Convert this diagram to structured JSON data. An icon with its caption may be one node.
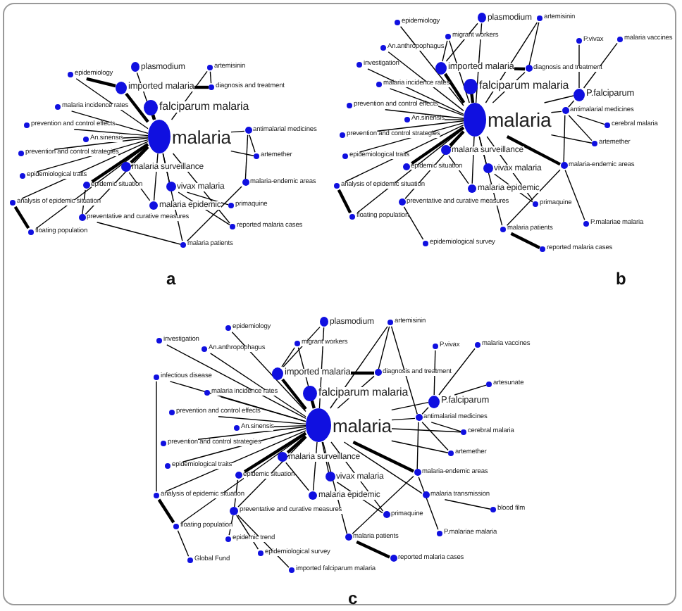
{
  "diagram": {
    "nodes": [
      {
        "text": [
          "epidemiology"
        ]
      },
      {
        "text": [
          "plasmodium"
        ]
      },
      {
        "text": [
          "artemisinin"
        ]
      },
      {
        "text": [
          "imported malaria"
        ]
      },
      {
        "text": [
          "diagnosis and treatment"
        ]
      },
      {
        "text": [
          "malaria incidence rates"
        ]
      },
      {
        "text": [
          "falciparum malaria"
        ]
      },
      {
        "text": [
          "prevention and control effects"
        ]
      },
      {
        "text": [
          "malaria"
        ]
      },
      {
        "text": [
          "antimalarial medicines"
        ]
      },
      {
        "text": [
          "An.sinensis"
        ]
      },
      {
        "text": [
          "prevention and control strategies"
        ]
      },
      {
        "text": [
          "artemether"
        ]
      },
      {
        "text": [
          "malaria surveillance"
        ]
      },
      {
        "text": [
          "epidemiological traits"
        ]
      },
      {
        "text": [
          "malaria-endemic areas"
        ]
      },
      {
        "text": [
          "epidemic situation"
        ]
      },
      {
        "text": [
          "vivax malaria"
        ]
      },
      {
        "text": [
          "analysis of epidemic situation"
        ]
      },
      {
        "text": [
          "malaria epidemic"
        ]
      },
      {
        "text": [
          "primaquine"
        ]
      },
      {
        "text": [
          "preventative and curative measures"
        ]
      },
      {
        "text": [
          "reported malaria cases"
        ]
      },
      {
        "text": [
          "floating population"
        ]
      },
      {
        "text": [
          "malaria patients"
        ]
      },
      {
        "text": [
          "plasmodium"
        ]
      },
      {
        "text": [
          "artemisinin"
        ]
      },
      {
        "text": [
          "epidemiology"
        ]
      },
      {
        "text": [
          "migrant workers"
        ]
      },
      {
        "text": [
          "malaria vaccines"
        ]
      },
      {
        "text": [
          "P.vivax"
        ]
      },
      {
        "text": [
          "An.anthropophagus"
        ]
      },
      {
        "text": [
          "investigation"
        ]
      },
      {
        "text": [
          "imported malaria"
        ]
      },
      {
        "text": [
          "diagnosis and treatment"
        ]
      },
      {
        "text": [
          "malaria incidence rates"
        ]
      },
      {
        "text": [
          "falciparum malaria"
        ]
      },
      {
        "text": [
          "P.falciparum"
        ]
      },
      {
        "text": [
          "prevention and control effects"
        ]
      },
      {
        "text": [
          "antimalarial medicines"
        ]
      },
      {
        "text": [
          "malaria"
        ]
      },
      {
        "text": [
          "An.sinensis"
        ]
      },
      {
        "text": [
          "cerebral malaria"
        ]
      },
      {
        "text": [
          "prevention and control strategies"
        ]
      },
      {
        "text": [
          "artemether"
        ]
      },
      {
        "text": [
          "malaria surveillance"
        ]
      },
      {
        "text": [
          "epidemiological traits"
        ]
      },
      {
        "text": [
          "malaria-endemic areas"
        ]
      },
      {
        "text": [
          "epidemic situation"
        ]
      },
      {
        "text": [
          "vivax malaria"
        ]
      },
      {
        "text": [
          "analysis of epidemic situation"
        ]
      },
      {
        "text": [
          "malaria epidemic"
        ]
      },
      {
        "text": [
          "preventative and curative measures"
        ]
      },
      {
        "text": [
          "primaquine"
        ]
      },
      {
        "text": [
          "floating population"
        ]
      },
      {
        "text": [
          "P.malariae malaria"
        ]
      },
      {
        "text": [
          "malaria patients"
        ]
      },
      {
        "text": [
          "epidemiological survey"
        ]
      },
      {
        "text": [
          "reported malaria cases"
        ]
      },
      {
        "text": [
          "plasmodium"
        ]
      },
      {
        "text": [
          "artemisinin"
        ]
      },
      {
        "text": [
          "epidemiology"
        ]
      },
      {
        "text": [
          "investigation"
        ]
      },
      {
        "text": [
          "migrant workers"
        ]
      },
      {
        "text": [
          "malaria vaccines"
        ]
      },
      {
        "text": [
          "P.vivax"
        ]
      },
      {
        "text": [
          "An.anthropophagus"
        ]
      },
      {
        "text": [
          "imported malaria"
        ]
      },
      {
        "text": [
          "diagnosis and treatment"
        ]
      },
      {
        "text": [
          "infectious disease"
        ]
      },
      {
        "text": [
          "artesunate"
        ]
      },
      {
        "text": [
          "malaria incidence rates"
        ]
      },
      {
        "text": [
          "falciparum malaria"
        ]
      },
      {
        "text": [
          "P.falciparum"
        ]
      },
      {
        "text": [
          "prevention and control effects"
        ]
      },
      {
        "text": [
          "antimalarial medicines"
        ]
      },
      {
        "text": [
          "malaria"
        ]
      },
      {
        "text": [
          "An.sinensis"
        ]
      },
      {
        "text": [
          "cerebral malaria"
        ]
      },
      {
        "text": [
          "prevention and control strategies"
        ]
      },
      {
        "text": [
          "artemether"
        ]
      },
      {
        "text": [
          "malaria surveillance"
        ]
      },
      {
        "text": [
          "epidemiological traits"
        ]
      },
      {
        "text": [
          "malaria-endemic areas"
        ]
      },
      {
        "text": [
          "epidemic situation"
        ]
      },
      {
        "text": [
          "vivax malaria"
        ]
      },
      {
        "text": [
          "analysis of epidemic situation"
        ]
      },
      {
        "text": [
          "malaria epidemic"
        ]
      },
      {
        "text": [
          "malaria  transmission"
        ]
      },
      {
        "text": [
          "blood film"
        ]
      },
      {
        "text": [
          "preventative and curative measures"
        ]
      },
      {
        "text": [
          "primaquine"
        ]
      },
      {
        "text": [
          "floating population"
        ]
      },
      {
        "text": [
          "P.malariae malaria"
        ]
      },
      {
        "text": [
          "malaria patients"
        ]
      },
      {
        "text": [
          "epidemic trend"
        ]
      },
      {
        "text": [
          "epidemiological survey"
        ]
      },
      {
        "text": [
          "reported malaria cases"
        ]
      },
      {
        "text": [
          "Global Fund"
        ]
      },
      {
        "text": [
          "imported falciparum malaria"
        ]
      }
    ],
    "edges": [
      {
        "from": 8,
        "to": 0,
        "arrow": "none"
      },
      {
        "from": 8,
        "to": 1,
        "arrow": "none"
      },
      {
        "from": 8,
        "to": 2,
        "arrow": "none"
      },
      {
        "from": 8,
        "to": 3,
        "arrow": "none",
        "style": "thick"
      },
      {
        "from": 8,
        "to": 5,
        "arrow": "none"
      },
      {
        "from": 8,
        "to": 6,
        "arrow": "none",
        "style": "thick"
      },
      {
        "from": 8,
        "to": 7,
        "arrow": "none"
      },
      {
        "from": 8,
        "to": 9,
        "arrow": "none"
      },
      {
        "from": 8,
        "to": 10,
        "arrow": "none"
      },
      {
        "from": 8,
        "to": 11,
        "arrow": "none"
      },
      {
        "from": 8,
        "to": 12,
        "arrow": "none"
      },
      {
        "from": 8,
        "to": 13,
        "arrow": "none",
        "style": "thick"
      },
      {
        "from": 8,
        "to": 14,
        "arrow": "none"
      },
      {
        "from": 8,
        "to": 16,
        "arrow": "none",
        "style": "thick"
      },
      {
        "from": 8,
        "to": 17,
        "arrow": "none"
      },
      {
        "from": 8,
        "to": 18,
        "arrow": "none"
      },
      {
        "from": 8,
        "to": 19,
        "arrow": "none"
      },
      {
        "from": 8,
        "to": 21,
        "arrow": "none"
      },
      {
        "from": 8,
        "to": 22,
        "arrow": "none"
      },
      {
        "from": 8,
        "to": 23,
        "arrow": "none"
      },
      {
        "from": 8,
        "to": 24,
        "arrow": "none"
      },
      {
        "from": 3,
        "to": 4,
        "arrow": "none",
        "style": "thick"
      },
      {
        "from": 2,
        "to": 4,
        "arrow": "none"
      },
      {
        "from": 9,
        "to": 15,
        "arrow": "none"
      },
      {
        "from": 15,
        "to": 24,
        "arrow": "none"
      },
      {
        "from": 17,
        "to": 20,
        "arrow": "none"
      },
      {
        "from": 13,
        "to": 19,
        "arrow": "none"
      },
      {
        "from": 23,
        "to": 18,
        "arrow": "none",
        "style": "thick"
      },
      {
        "from": 21,
        "to": 24,
        "arrow": "none"
      },
      {
        "from": 17,
        "to": 22,
        "arrow": "none"
      },
      {
        "from": 16,
        "to": 21,
        "arrow": "none"
      },
      {
        "from": 0,
        "to": 3,
        "arrow": "none",
        "style": "thick"
      },
      {
        "from": 12,
        "to": 9,
        "arrow": "none"
      },
      {
        "from": 40,
        "to": 25,
        "arrow": "none"
      },
      {
        "from": 40,
        "to": 26,
        "arrow": "none"
      },
      {
        "from": 40,
        "to": 27,
        "arrow": "none"
      },
      {
        "from": 40,
        "to": 28,
        "arrow": "none"
      },
      {
        "from": 40,
        "to": 31,
        "arrow": "none"
      },
      {
        "from": 40,
        "to": 32,
        "arrow": "none"
      },
      {
        "from": 40,
        "to": 33,
        "arrow": "none",
        "style": "thick"
      },
      {
        "from": 40,
        "to": 34,
        "arrow": "none"
      },
      {
        "from": 40,
        "to": 35,
        "arrow": "none"
      },
      {
        "from": 40,
        "to": 36,
        "arrow": "none",
        "style": "thick"
      },
      {
        "from": 40,
        "to": 37,
        "arrow": "none"
      },
      {
        "from": 40,
        "to": 38,
        "arrow": "none"
      },
      {
        "from": 40,
        "to": 39,
        "arrow": "none"
      },
      {
        "from": 40,
        "to": 41,
        "arrow": "none"
      },
      {
        "from": 40,
        "to": 43,
        "arrow": "none"
      },
      {
        "from": 40,
        "to": 44,
        "arrow": "none"
      },
      {
        "from": 40,
        "to": 45,
        "arrow": "none",
        "style": "thick"
      },
      {
        "from": 40,
        "to": 46,
        "arrow": "none"
      },
      {
        "from": 40,
        "to": 47,
        "arrow": "none",
        "style": "thick"
      },
      {
        "from": 40,
        "to": 48,
        "arrow": "none",
        "style": "thick"
      },
      {
        "from": 40,
        "to": 49,
        "arrow": "none"
      },
      {
        "from": 40,
        "to": 50,
        "arrow": "none"
      },
      {
        "from": 40,
        "to": 51,
        "arrow": "none"
      },
      {
        "from": 40,
        "to": 52,
        "arrow": "none"
      },
      {
        "from": 40,
        "to": 53,
        "arrow": "none"
      },
      {
        "from": 40,
        "to": 54,
        "arrow": "none"
      },
      {
        "from": 40,
        "to": 56,
        "arrow": "none"
      },
      {
        "from": 33,
        "to": 34,
        "arrow": "none",
        "style": "thick"
      },
      {
        "from": 26,
        "to": 34,
        "arrow": "none"
      },
      {
        "from": 39,
        "to": 47,
        "arrow": "none"
      },
      {
        "from": 47,
        "to": 56,
        "arrow": "none"
      },
      {
        "from": 49,
        "to": 53,
        "arrow": "none"
      },
      {
        "from": 45,
        "to": 51,
        "arrow": "none"
      },
      {
        "from": 54,
        "to": 50,
        "arrow": "none",
        "style": "thick"
      },
      {
        "from": 52,
        "to": 57,
        "arrow": "none"
      },
      {
        "from": 56,
        "to": 58,
        "arrow": "none",
        "style": "thick"
      },
      {
        "from": 39,
        "to": 37,
        "arrow": "none"
      },
      {
        "from": 30,
        "to": 37,
        "arrow": "none"
      },
      {
        "from": 29,
        "to": 37,
        "arrow": "none"
      },
      {
        "from": 25,
        "to": 33,
        "arrow": "none"
      },
      {
        "from": 28,
        "to": 33,
        "arrow": "none"
      },
      {
        "from": 44,
        "to": 39,
        "arrow": "none"
      },
      {
        "from": 55,
        "to": 47,
        "arrow": "none"
      },
      {
        "from": 39,
        "to": 42,
        "arrow": "none"
      },
      {
        "from": 76,
        "to": 59,
        "arrow": "none"
      },
      {
        "from": 76,
        "to": 60,
        "arrow": "none"
      },
      {
        "from": 76,
        "to": 61,
        "arrow": "none"
      },
      {
        "from": 76,
        "to": 62,
        "arrow": "none"
      },
      {
        "from": 76,
        "to": 63,
        "arrow": "none"
      },
      {
        "from": 76,
        "to": 66,
        "arrow": "none"
      },
      {
        "from": 76,
        "to": 67,
        "arrow": "none",
        "style": "thick"
      },
      {
        "from": 76,
        "to": 68,
        "arrow": "none"
      },
      {
        "from": 76,
        "to": 69,
        "arrow": "none"
      },
      {
        "from": 76,
        "to": 71,
        "arrow": "none"
      },
      {
        "from": 76,
        "to": 72,
        "arrow": "none",
        "style": "thick"
      },
      {
        "from": 76,
        "to": 73,
        "arrow": "none"
      },
      {
        "from": 76,
        "to": 74,
        "arrow": "none"
      },
      {
        "from": 76,
        "to": 75,
        "arrow": "none"
      },
      {
        "from": 76,
        "to": 77,
        "arrow": "none"
      },
      {
        "from": 76,
        "to": 78,
        "arrow": "none"
      },
      {
        "from": 76,
        "to": 79,
        "arrow": "none"
      },
      {
        "from": 76,
        "to": 80,
        "arrow": "none"
      },
      {
        "from": 76,
        "to": 81,
        "arrow": "none",
        "style": "thick"
      },
      {
        "from": 76,
        "to": 82,
        "arrow": "none"
      },
      {
        "from": 76,
        "to": 83,
        "arrow": "none",
        "style": "thick"
      },
      {
        "from": 76,
        "to": 84,
        "arrow": "none",
        "style": "thick"
      },
      {
        "from": 76,
        "to": 85,
        "arrow": "none"
      },
      {
        "from": 76,
        "to": 86,
        "arrow": "none"
      },
      {
        "from": 76,
        "to": 87,
        "arrow": "none"
      },
      {
        "from": 76,
        "to": 88,
        "arrow": "none"
      },
      {
        "from": 76,
        "to": 90,
        "arrow": "none"
      },
      {
        "from": 76,
        "to": 91,
        "arrow": "none"
      },
      {
        "from": 76,
        "to": 92,
        "arrow": "none"
      },
      {
        "from": 76,
        "to": 94,
        "arrow": "none"
      },
      {
        "from": 67,
        "to": 68,
        "arrow": "none",
        "style": "thick"
      },
      {
        "from": 60,
        "to": 68,
        "arrow": "none"
      },
      {
        "from": 75,
        "to": 83,
        "arrow": "none"
      },
      {
        "from": 83,
        "to": 94,
        "arrow": "none"
      },
      {
        "from": 85,
        "to": 91,
        "arrow": "none"
      },
      {
        "from": 81,
        "to": 87,
        "arrow": "none"
      },
      {
        "from": 92,
        "to": 86,
        "arrow": "none",
        "style": "thick"
      },
      {
        "from": 90,
        "to": 96,
        "arrow": "none"
      },
      {
        "from": 94,
        "to": 97,
        "arrow": "none",
        "style": "thick"
      },
      {
        "from": 75,
        "to": 73,
        "arrow": "none"
      },
      {
        "from": 65,
        "to": 73,
        "arrow": "none"
      },
      {
        "from": 64,
        "to": 73,
        "arrow": "none"
      },
      {
        "from": 59,
        "to": 67,
        "arrow": "none"
      },
      {
        "from": 63,
        "to": 67,
        "arrow": "none"
      },
      {
        "from": 80,
        "to": 75,
        "arrow": "none"
      },
      {
        "from": 93,
        "to": 83,
        "arrow": "none"
      },
      {
        "from": 84,
        "to": 90,
        "arrow": "none"
      },
      {
        "from": 88,
        "to": 89,
        "arrow": "none"
      },
      {
        "from": 70,
        "to": 73,
        "arrow": "none"
      },
      {
        "from": 69,
        "to": 86,
        "arrow": "none"
      },
      {
        "from": 98,
        "to": 92,
        "arrow": "none"
      },
      {
        "from": 99,
        "to": 90,
        "arrow": "none"
      },
      {
        "from": 95,
        "to": 90,
        "arrow": "none"
      },
      {
        "from": 60,
        "to": 75,
        "arrow": "none"
      },
      {
        "from": 78,
        "to": 75,
        "arrow": "none"
      }
    ],
    "labels": [
      "a",
      "b",
      "c"
    ]
  }
}
